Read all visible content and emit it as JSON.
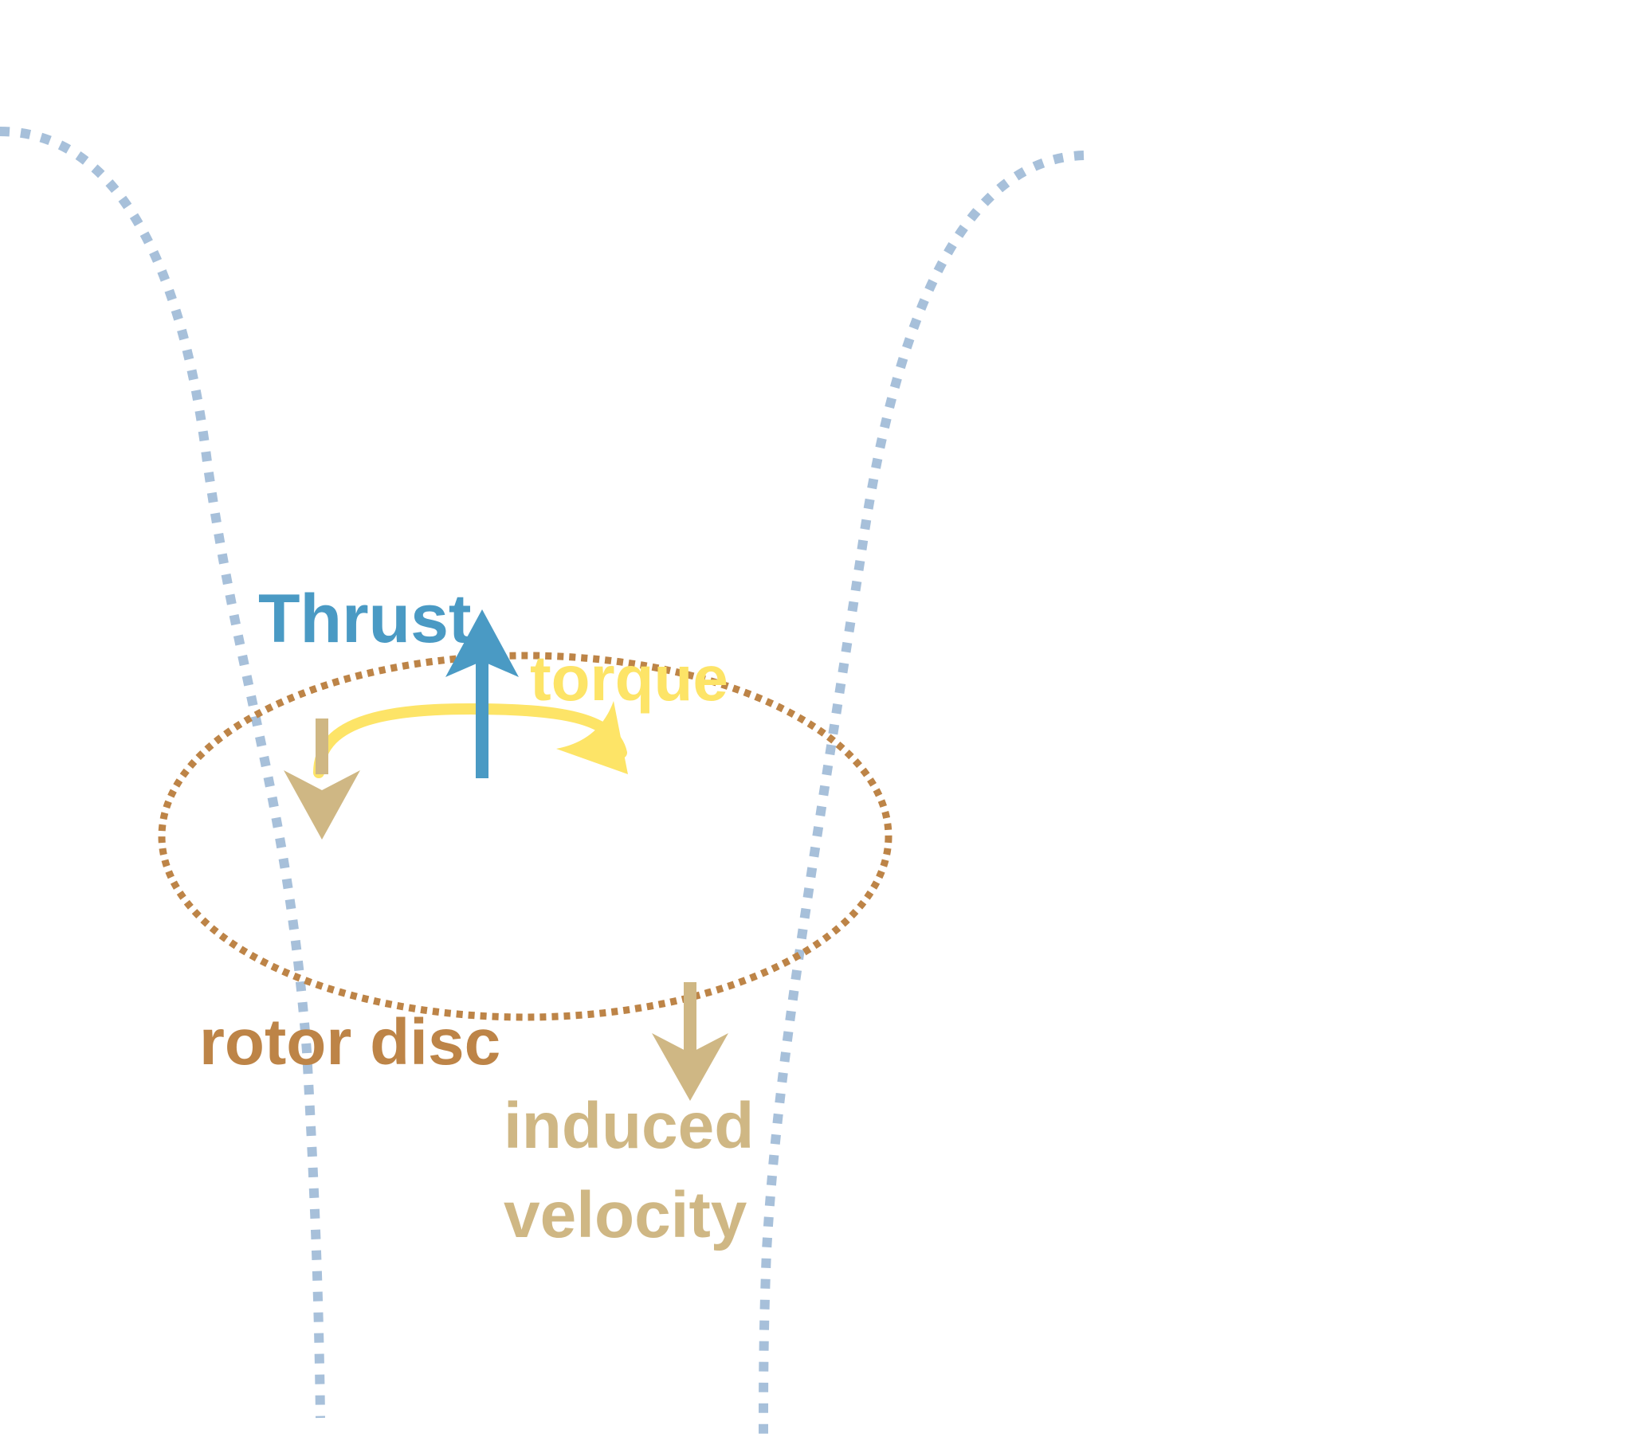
{
  "labels": {
    "thrust": "Thrust",
    "torque": "torque",
    "rotor_disc": "rotor disc",
    "induced_line1": "induced",
    "induced_line2": "velocity"
  },
  "colors": {
    "streamtube": "#a7c0da",
    "rotor_disc": "#bd8447",
    "thrust": "#4a9ac4",
    "torque": "#fde467",
    "induced_velocity": "#cfb784"
  }
}
